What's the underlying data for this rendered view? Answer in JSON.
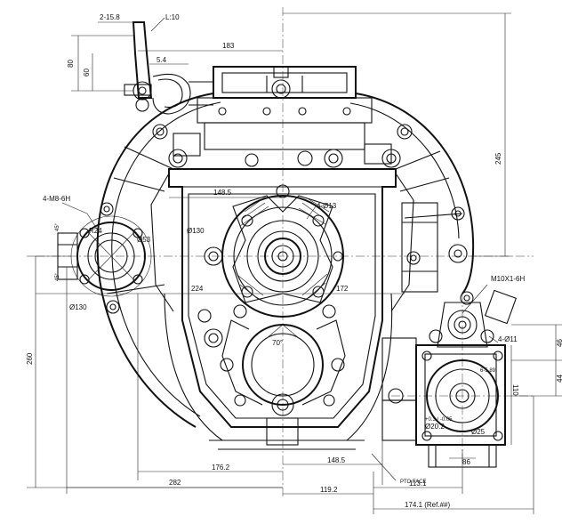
{
  "dimensions": {
    "d_2_15_8": "2-15.8",
    "d_l10": "L:10",
    "d_183": "183",
    "d_80": "80",
    "d_60": "60",
    "d_5_4": "5.4",
    "d_245": "245",
    "d_4_m8": "4-M8-6H",
    "d_148_5_top": "148.5",
    "d_4_d13": "4-Ø13",
    "d_r24": "R24",
    "d_d53": "Ø53",
    "d_d130_left": "Ø130",
    "d_d130_mid": "Ø130",
    "d_45_a": "45°",
    "d_45_b": "45°",
    "d_224": "224",
    "d_172": "172",
    "d_m10": "M10X1-6H",
    "d_70": "70°",
    "d_260": "260",
    "d_4_d11": "4-Ø11",
    "d_46": "46",
    "d_44": "44",
    "d_6_5": "6-5.89",
    "d_110": "110",
    "d_d20": "Ø20.2",
    "d_d20_tol": "+0.3 / -0.05",
    "d_d25": "Ø25",
    "d_86": "86",
    "d_176_2": "176.2",
    "d_148_5_bot": "148.5",
    "d_pto": "PTO FACE",
    "d_282": "282",
    "d_119_2": "119.2",
    "d_113_1": "113.1",
    "d_174_1": "174.1 (Ref.##)"
  }
}
